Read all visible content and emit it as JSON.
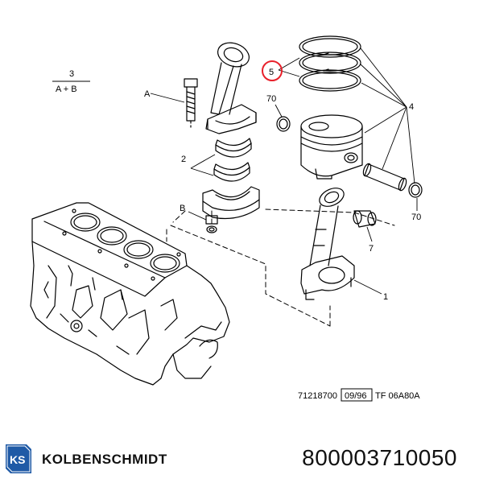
{
  "labels": {
    "fraction_num": "3",
    "fraction_den": "A + B",
    "A": "A",
    "B": "B",
    "two": "2",
    "five": "5",
    "four": "4",
    "seventy_top": "70",
    "seventy_bottom": "70",
    "seven": "7",
    "one": "1"
  },
  "footer_code": {
    "part": "71218700",
    "date": "09/96",
    "ref": "TF 06A80A"
  },
  "brand": {
    "logo_text": "KS",
    "name": "KOLBENSCHMIDT"
  },
  "part_number": "800003710050",
  "colors": {
    "highlight": "#e8202a",
    "logo_blue": "#1f5aa6",
    "line": "#000000"
  }
}
